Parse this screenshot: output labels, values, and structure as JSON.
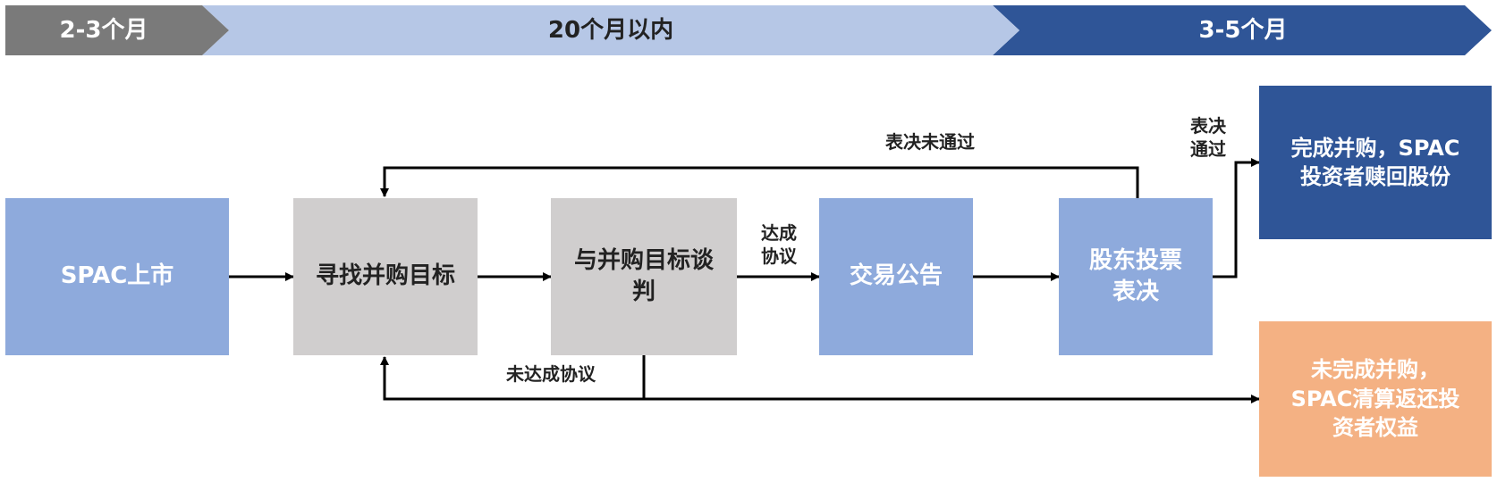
{
  "colors": {
    "phase1": "#7a7a7a",
    "phase2": "#b6c7e6",
    "phase3": "#2f5597",
    "box_blue": "#8eaadc",
    "box_gray": "#d0cece",
    "box_dark": "#2f5597",
    "box_orange": "#f4b183",
    "arrow": "#000000"
  },
  "timeline": {
    "phase1": "2-3个月",
    "phase2": "20个月以内",
    "phase3": "3-5个月"
  },
  "boxes": {
    "listing": "SPAC上市",
    "find_target": "寻找并购目标",
    "negotiate": "与并购目标谈\n判",
    "announcement": "交易公告",
    "shareholder_vote": "股东投票\n表决",
    "complete_merger": "完成并购，SPAC\n投资者赎回股份",
    "liquidation": "未完成并购，\nSPAC清算返还投\n资者权益"
  },
  "labels": {
    "agreement_reached": "达成\n协议",
    "vote_failed": "表决未通过",
    "vote_passed": "表决\n通过",
    "agreement_not_reached": "未达成协议"
  }
}
